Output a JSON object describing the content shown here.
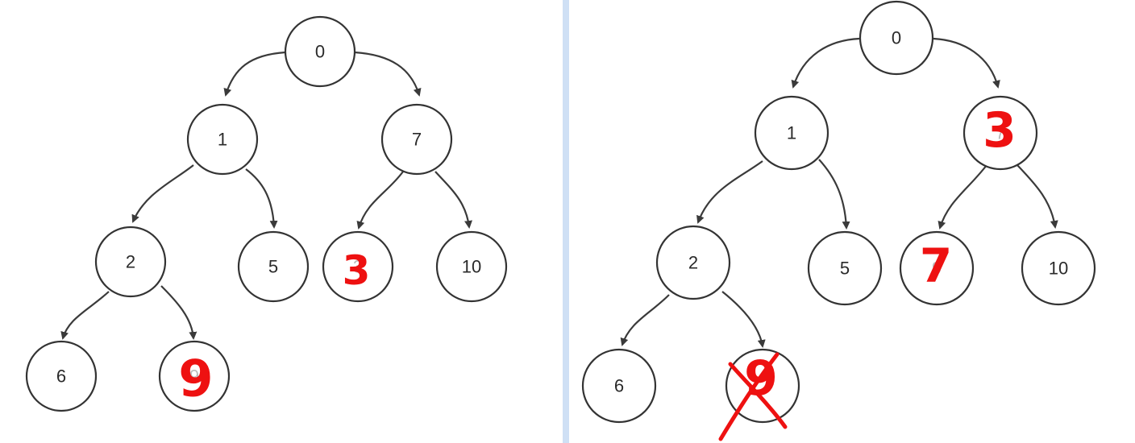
{
  "left_tree": {
    "nodes": {
      "n0": "0",
      "n1": "1",
      "n7": "7",
      "n2": "2",
      "n5": "5",
      "n3": "3",
      "n10": "10",
      "n6": "6",
      "n9": "9"
    },
    "annotations": {
      "on_n3": "3",
      "on_n9": "9"
    }
  },
  "right_tree": {
    "nodes": {
      "n0": "0",
      "n1": "1",
      "n7": "7",
      "n2": "2",
      "n5": "5",
      "n9": "9",
      "n10": "10",
      "n6": "6",
      "n_deleted": "9"
    },
    "annotations": {
      "on_n7": "3",
      "on_n9": "7"
    }
  },
  "colors": {
    "annotation": "#ee1111",
    "divider": "#cfe0f5",
    "stroke": "#333333"
  }
}
